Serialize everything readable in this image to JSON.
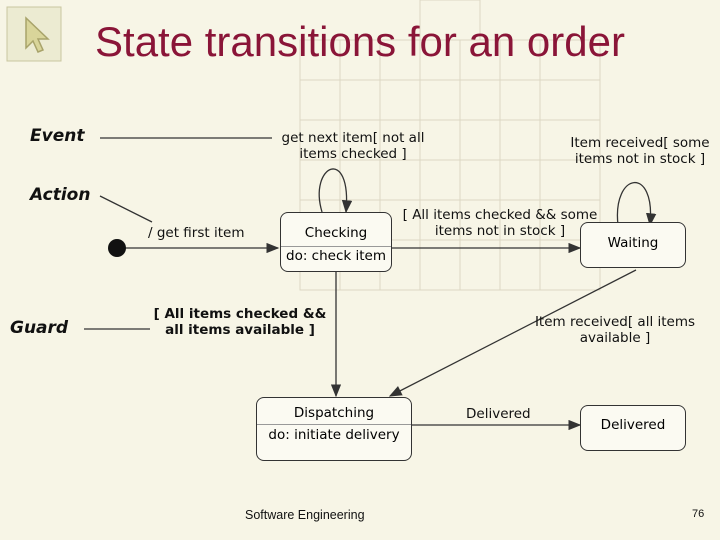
{
  "title": "State transitions for an order",
  "legend": {
    "event": "Event",
    "action": "Action",
    "guard": "Guard"
  },
  "states": {
    "checking": {
      "name": "Checking",
      "activity": "do: check item"
    },
    "waiting": {
      "name": "Waiting"
    },
    "dispatching": {
      "name": "Dispatching",
      "activity": "do: initiate delivery"
    },
    "delivered": {
      "name": "Delivered"
    }
  },
  "transitions": {
    "initial_action": "/ get first item",
    "checking_self_event": "get next item",
    "checking_self_guard_line1": "[ not all",
    "checking_self_guard_line2": "items checked ]",
    "checking_to_waiting_line1": "[ All items checked && some",
    "checking_to_waiting_line2": "items not in stock ]",
    "waiting_self_line1": "Item received[ some",
    "waiting_self_line2": "items not in stock ]",
    "checking_to_dispatching_line1": "[ All items checked &&",
    "checking_to_dispatching_line2": "all items available ]",
    "waiting_to_dispatching_line1": "Item received[ all items",
    "waiting_to_dispatching_line2": "available ]",
    "dispatching_to_delivered": "Delivered"
  },
  "footer": {
    "course": "Software Engineering",
    "page": "76"
  }
}
